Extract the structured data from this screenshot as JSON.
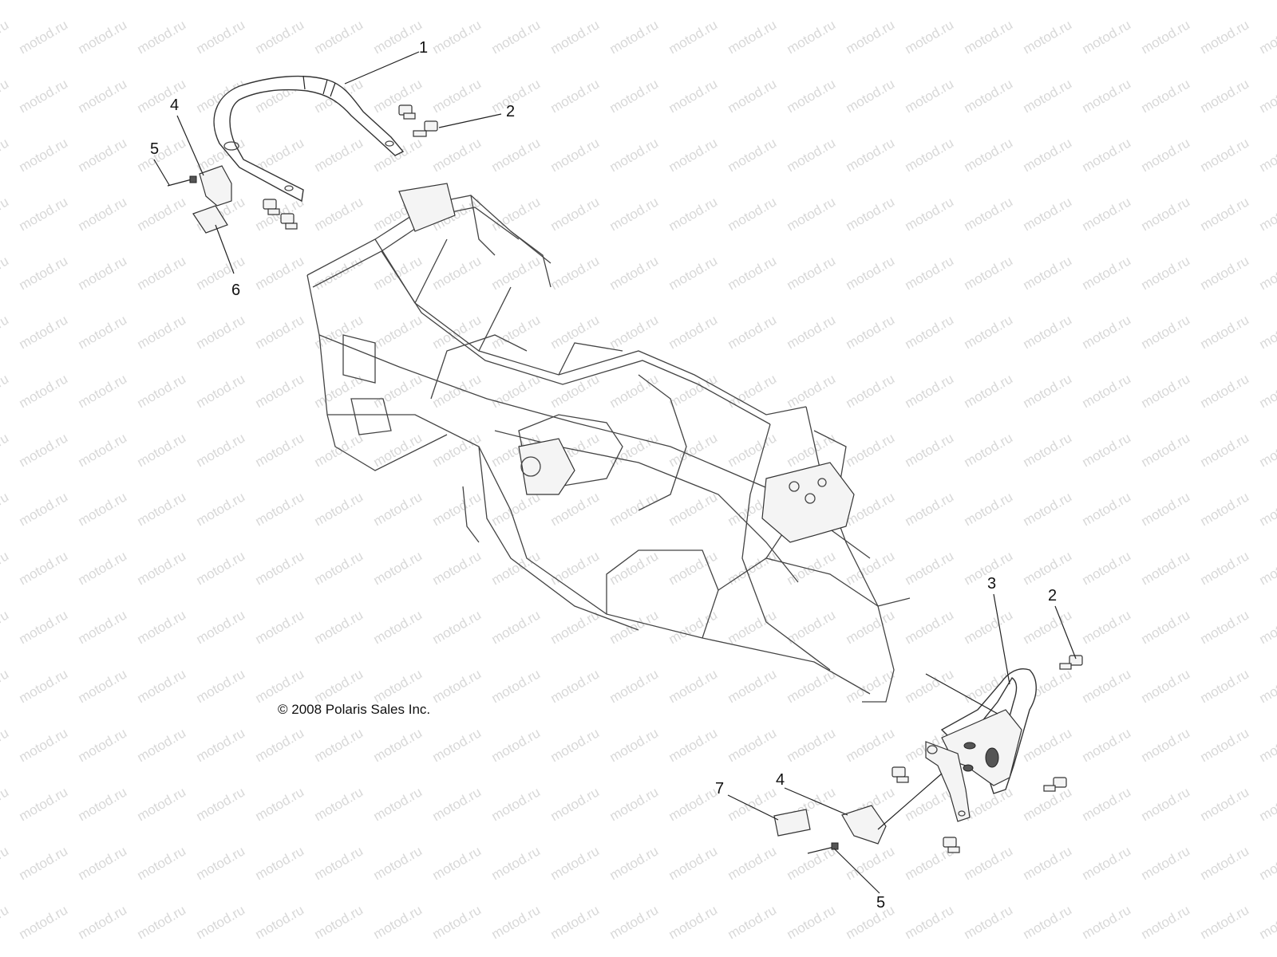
{
  "watermark": "motod.ru",
  "copyright": "© 2008 Polaris Sales Inc.",
  "callouts": [
    {
      "id": "c1",
      "label": "1"
    },
    {
      "id": "c2a",
      "label": "2"
    },
    {
      "id": "c4a",
      "label": "4"
    },
    {
      "id": "c5a",
      "label": "5"
    },
    {
      "id": "c6",
      "label": "6"
    },
    {
      "id": "c3",
      "label": "3"
    },
    {
      "id": "c2b",
      "label": "2"
    },
    {
      "id": "c7",
      "label": "7"
    },
    {
      "id": "c4b",
      "label": "4"
    },
    {
      "id": "c5b",
      "label": "5"
    }
  ]
}
